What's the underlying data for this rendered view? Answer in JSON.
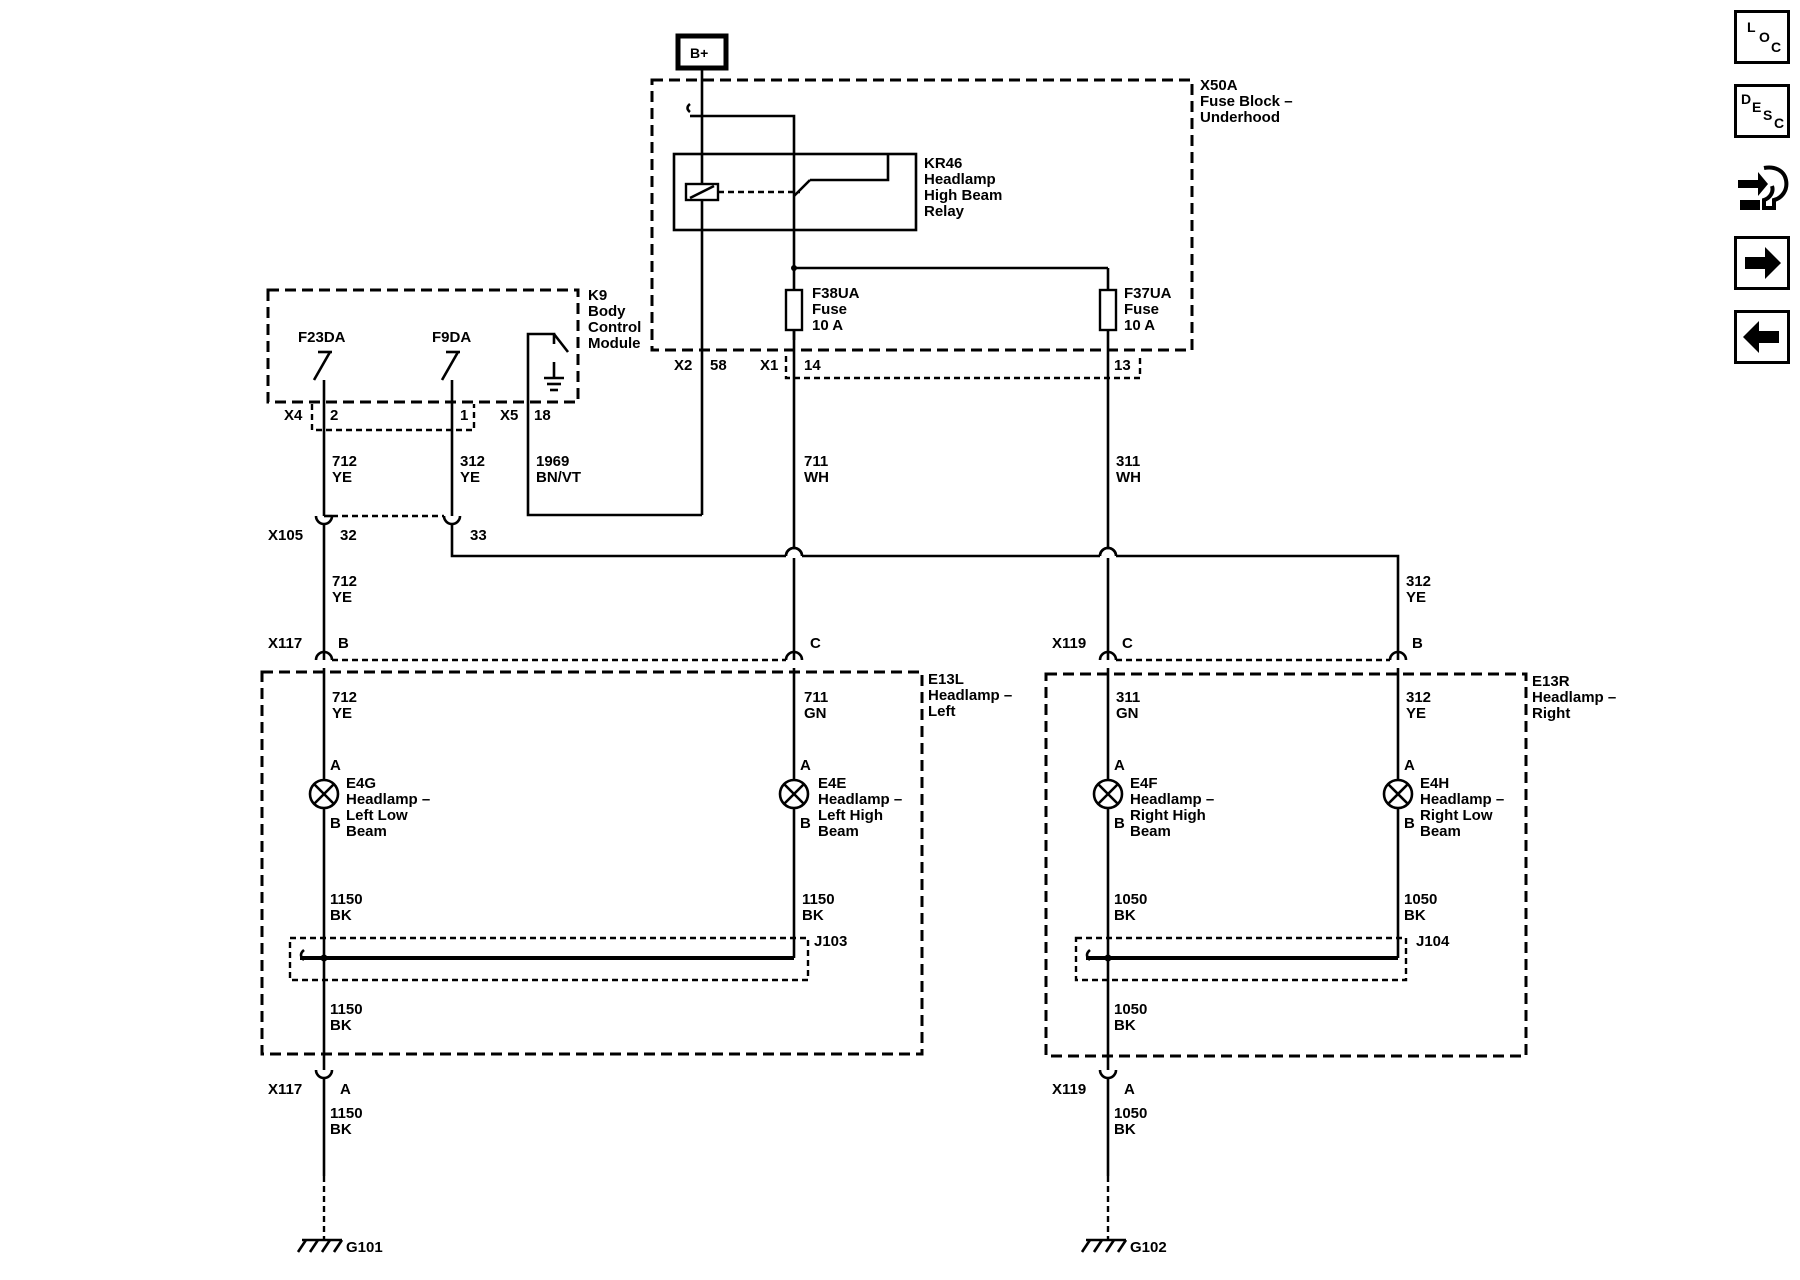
{
  "power": {
    "bplus": "B+"
  },
  "fuse_block": {
    "id": "X50A",
    "name": "Fuse Block –",
    "name2": "Underhood"
  },
  "relay": {
    "id": "KR46",
    "l1": "Headlamp",
    "l2": "High Beam",
    "l3": "Relay"
  },
  "fuses": [
    {
      "id": "F38UA",
      "l1": "Fuse",
      "l2": "10 A"
    },
    {
      "id": "F37UA",
      "l1": "Fuse",
      "l2": "10 A"
    }
  ],
  "bcm": {
    "id": "K9",
    "l1": "Body",
    "l2": "Control",
    "l3": "Module",
    "sw1": "F23DA",
    "sw2": "F9DA"
  },
  "connectors": {
    "x2": "X2",
    "x2_pin": "58",
    "x1": "X1",
    "x1_pin14": "14",
    "x1_pin13": "13",
    "x4": "X4",
    "x4_pin2": "2",
    "x4_pin1": "1",
    "x5": "X5",
    "x5_pin": "18",
    "x105": "X105",
    "x105_p32": "32",
    "x105_p33": "33",
    "x117_top": "X117",
    "x117_b": "B",
    "x117_c": "C",
    "x119_top": "X119",
    "x119_c": "C",
    "x119_b": "B",
    "x117_bot": "X117",
    "x117_a": "A",
    "x119_bot": "X119",
    "x119_a": "A"
  },
  "wires": {
    "w712a_c": "712",
    "w712a_col": "YE",
    "w312a_c": "312",
    "w312a_col": "YE",
    "w1969_c": "1969",
    "w1969_col": "BN/VT",
    "w711a_c": "711",
    "w711a_col": "WH",
    "w311a_c": "311",
    "w311a_col": "WH",
    "w712b_c": "712",
    "w712b_col": "YE",
    "w312b_c": "312",
    "w312b_col": "YE",
    "w712c_c": "712",
    "w712c_col": "YE",
    "w711c_c": "711",
    "w711c_col": "GN",
    "w311c_c": "311",
    "w311c_col": "GN",
    "w312c_c": "312",
    "w312c_col": "YE",
    "w1150a_c": "1150",
    "w1150a_col": "BK",
    "w1150b_c": "1150",
    "w1150b_col": "BK",
    "w1050a_c": "1050",
    "w1050a_col": "BK",
    "w1050b_c": "1050",
    "w1050b_col": "BK",
    "w1150c_c": "1150",
    "w1150c_col": "BK",
    "w1150d_c": "1150",
    "w1150d_col": "BK",
    "w1050c_c": "1050",
    "w1050c_col": "BK",
    "w1050d_c": "1050",
    "w1050d_col": "BK"
  },
  "headlamp_left": {
    "id": "E13L",
    "l1": "Headlamp –",
    "l2": "Left"
  },
  "headlamp_right": {
    "id": "E13R",
    "l1": "Headlamp –",
    "l2": "Right"
  },
  "lamps": [
    {
      "id": "E4G",
      "l1": "Headlamp –",
      "l2": "Left Low",
      "l3": "Beam",
      "pa": "A",
      "pb": "B"
    },
    {
      "id": "E4E",
      "l1": "Headlamp –",
      "l2": "Left High",
      "l3": "Beam",
      "pa": "A",
      "pb": "B"
    },
    {
      "id": "E4F",
      "l1": "Headlamp –",
      "l2": "Right High",
      "l3": "Beam",
      "pa": "A",
      "pb": "B"
    },
    {
      "id": "E4H",
      "l1": "Headlamp –",
      "l2": "Right Low",
      "l3": "Beam",
      "pa": "A",
      "pb": "B"
    }
  ],
  "splices": {
    "j103": "J103",
    "j104": "J104"
  },
  "grounds": {
    "g101": "G101",
    "g102": "G102"
  },
  "side_buttons": {
    "loc": [
      "L",
      "O",
      "C"
    ],
    "desc": [
      "D",
      "E",
      "S",
      "C"
    ]
  }
}
